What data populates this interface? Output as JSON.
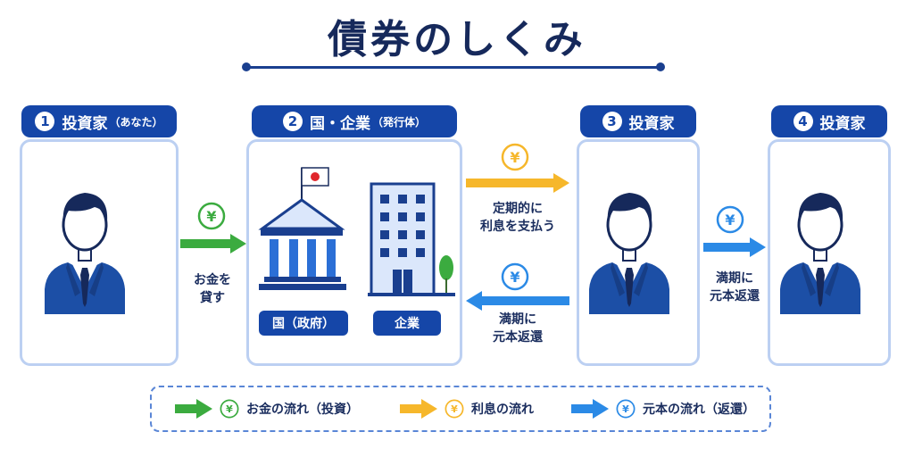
{
  "title": "債券のしくみ",
  "colors": {
    "navy": "#1546a8",
    "green": "#3bab3f",
    "yellow": "#f6b72b",
    "blue": "#2b8ae6",
    "box_border": "#bcd0f2"
  },
  "yen_symbol": "¥",
  "nodes": [
    {
      "num": "1",
      "label": "投資家",
      "sub": "（あなた）",
      "icon": "businessperson-icon"
    },
    {
      "num": "2",
      "label": "国・企業",
      "sub": "（発行体）",
      "icon": "government-and-building-icons"
    },
    {
      "num": "3",
      "label": "投資家",
      "sub": "",
      "icon": "businessperson-icon"
    },
    {
      "num": "4",
      "label": "投資家",
      "sub": "",
      "icon": "businessperson-icon"
    }
  ],
  "issuers": {
    "government": "国（政府）",
    "company": "企業"
  },
  "flows": {
    "lend": "お金を\n貸す",
    "interest": "定期的に\n利息を支払う",
    "repay_2": "満期に\n元本返還",
    "repay_4": "満期に\n元本返還"
  },
  "legend": [
    {
      "text": "お金の流れ（投資）",
      "color": "green"
    },
    {
      "text": "利息の流れ",
      "color": "yellow"
    },
    {
      "text": "元本の流れ（返還）",
      "color": "blue"
    }
  ]
}
